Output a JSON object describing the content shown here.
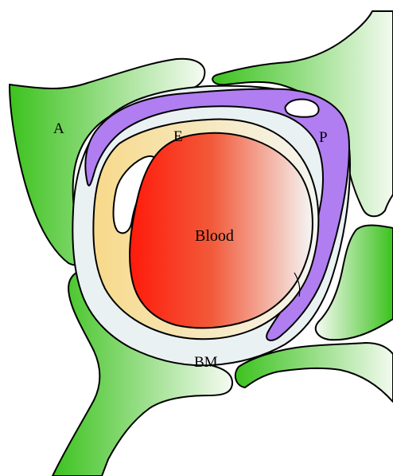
{
  "labels": {
    "astrocyte": "A",
    "endothelium": "E",
    "pericyte": "P",
    "blood": "Blood",
    "basement_membrane": "BM"
  },
  "colors": {
    "astrocyte_green": "#3cc21e",
    "pericyte_purple": "#b07ef0",
    "endothelium_yellow": "#f7d98a",
    "blood_red": "#ff1a0a",
    "basement_membrane": "#eaf1f2"
  }
}
